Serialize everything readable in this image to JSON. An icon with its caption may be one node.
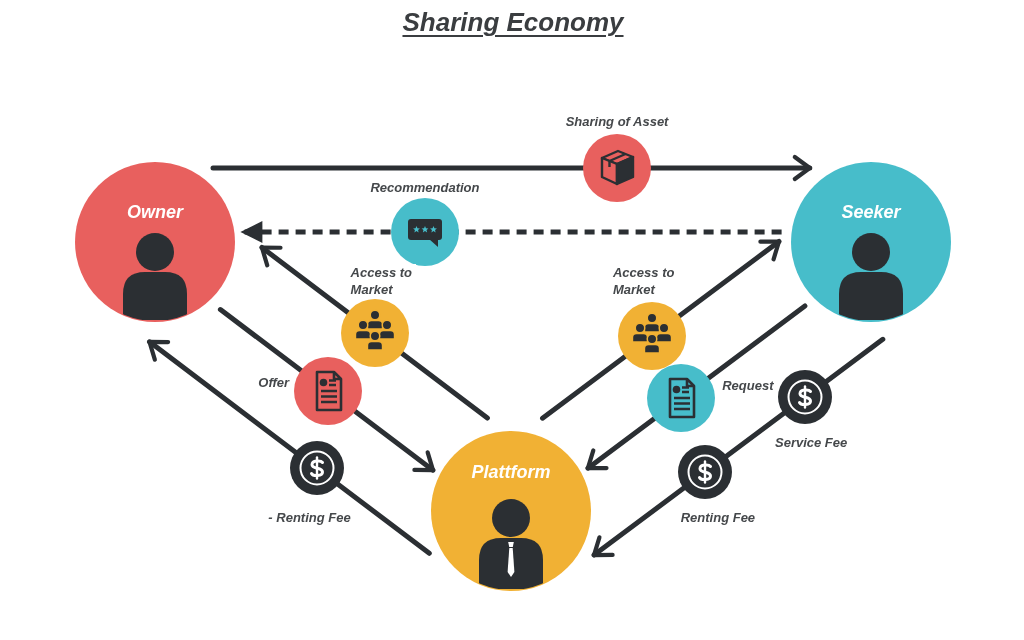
{
  "diagram": {
    "title": "Sharing Economy",
    "nodes": [
      {
        "text": [
          "Owner"
        ]
      },
      {
        "text": [
          "Seeker"
        ]
      },
      {
        "text": [
          "Plattform"
        ]
      }
    ],
    "edges": [
      {
        "from": 0,
        "to": 1,
        "arrow": "to",
        "label": "Sharing of Asset"
      },
      {
        "from": 1,
        "to": 0,
        "arrow": "to",
        "label": "Recommendation",
        "style": "dashed"
      },
      {
        "from": 2,
        "to": 0,
        "arrow": "to",
        "label": "Access to Market"
      },
      {
        "from": 0,
        "to": 2,
        "arrow": "to",
        "label": "Offer"
      },
      {
        "from": 2,
        "to": 0,
        "arrow": "to",
        "label": "- Renting Fee"
      },
      {
        "from": 2,
        "to": 1,
        "arrow": "to",
        "label": "Access to Market"
      },
      {
        "from": 1,
        "to": 2,
        "arrow": "to",
        "label": "Request"
      },
      {
        "from": 1,
        "to": 2,
        "arrow": "to",
        "label": "Service Fee"
      }
    ],
    "labels": [
      "Renting Fee"
    ]
  }
}
